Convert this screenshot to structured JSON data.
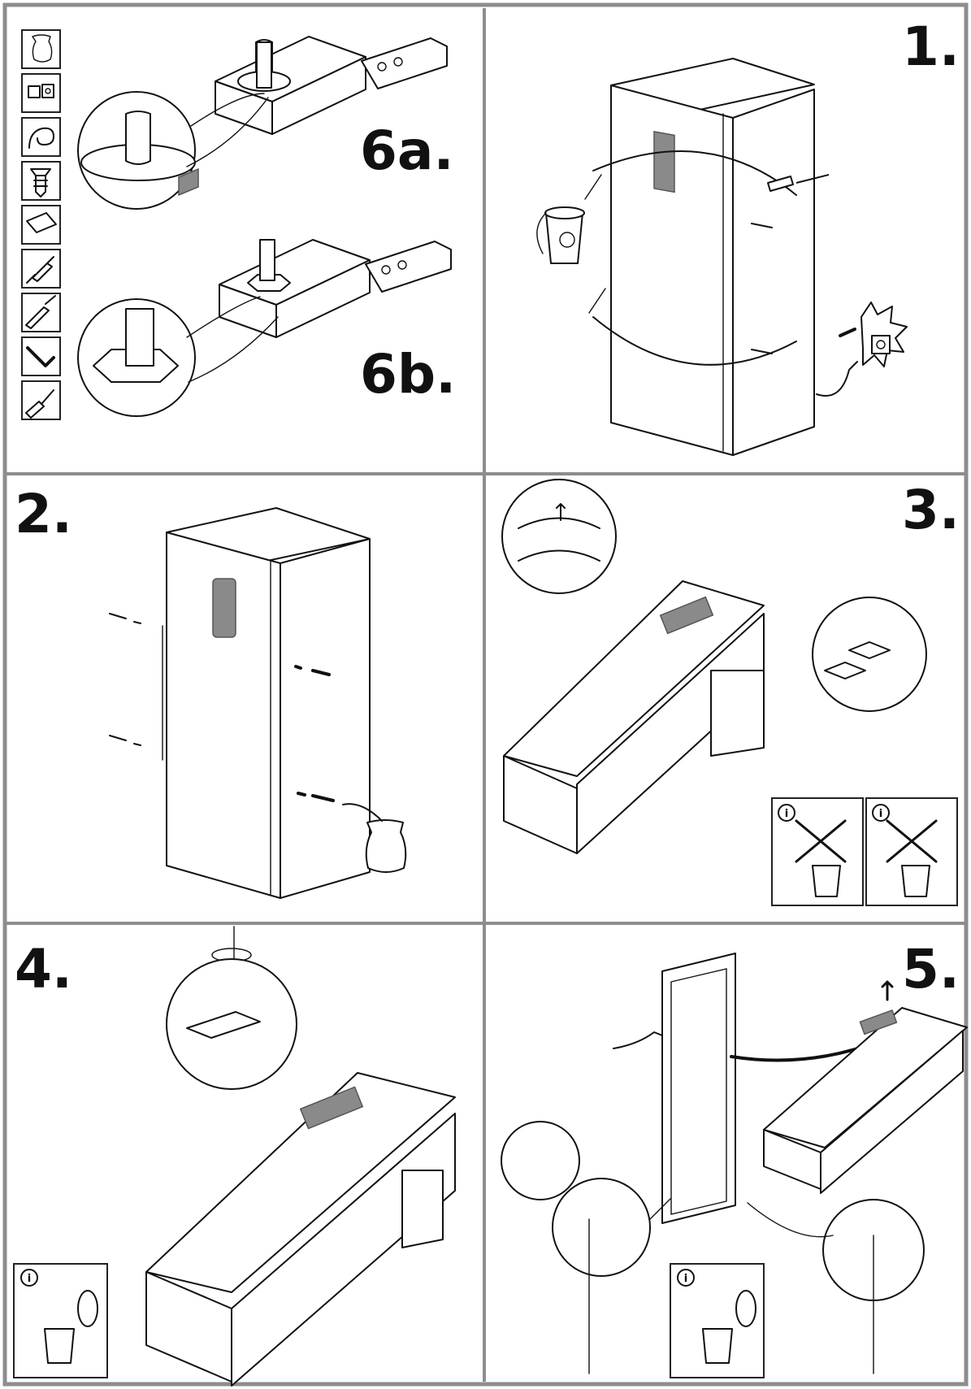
{
  "steps": {
    "step1": "1.",
    "step2": "2.",
    "step3": "3.",
    "step4": "4.",
    "step5": "5.",
    "step6a": "6a.",
    "step6b": "6b."
  },
  "info_marker": "i",
  "tool_icons": [
    "bag-icon",
    "hinge-parts-icon",
    "cable-icon",
    "screw-icon",
    "plate-icon",
    "screwdriver-icon",
    "flat-blade-icon",
    "allen-key-icon",
    "putty-knife-icon"
  ],
  "colors": {
    "frame": "#8d8d8d",
    "ink": "#111111",
    "panel_gray": "#8a8a8a"
  }
}
